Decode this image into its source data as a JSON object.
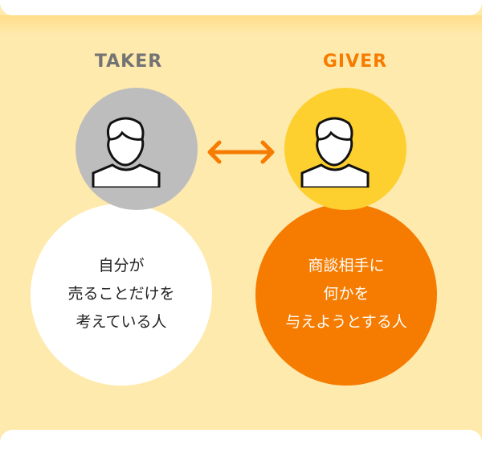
{
  "taker": {
    "title": "TAKER",
    "desc": [
      "自分が",
      "売ることだけを",
      "考えている人"
    ]
  },
  "giver": {
    "title": "GIVER",
    "desc": [
      "商談相手に",
      "何かを",
      "与えようとする人"
    ]
  },
  "colors": {
    "background": "#FFEAAE",
    "taker_gray": "#BDBDBD",
    "taker_title": "#737373",
    "giver_yellow": "#FDD02F",
    "giver_orange": "#F57C00"
  },
  "icons": {
    "person": "person-icon",
    "arrow": "double-arrow-icon"
  }
}
